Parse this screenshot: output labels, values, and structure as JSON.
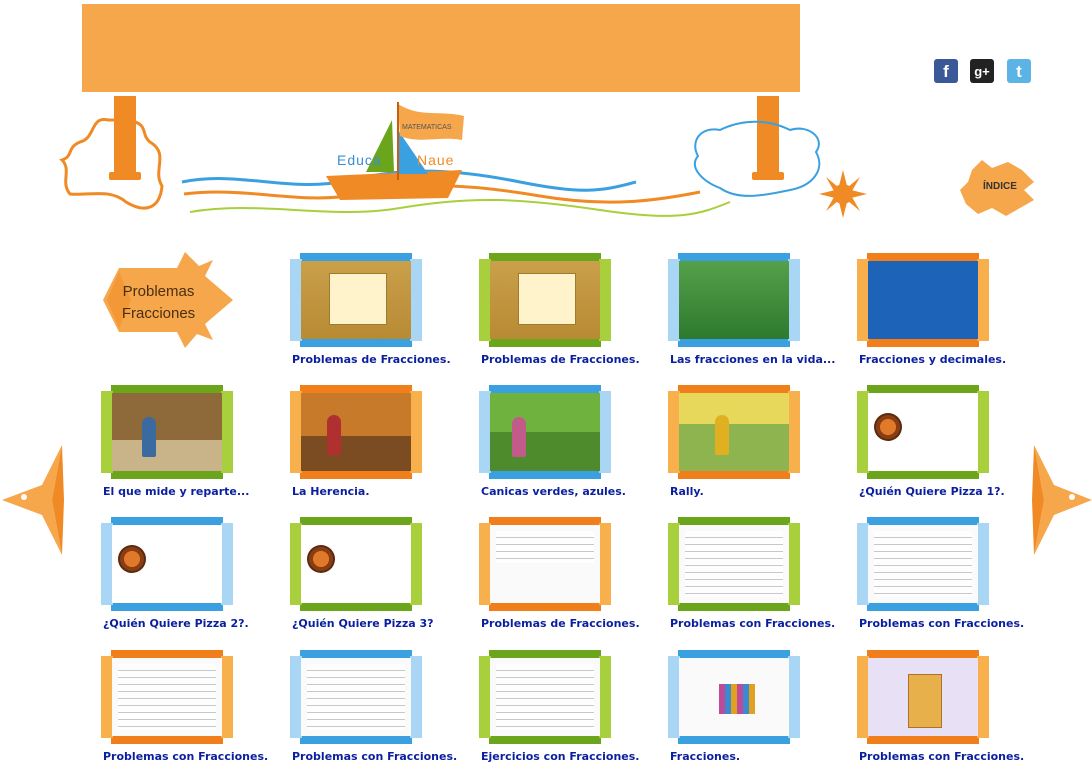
{
  "logo": {
    "word1": "Educa",
    "word2": "Naue",
    "flag_text": "MATEMATICAS"
  },
  "social": {
    "facebook": "f",
    "google_plus": "g+",
    "twitter": "t"
  },
  "nav": {
    "indice_label": "ÍNDICE"
  },
  "section_badge": {
    "line1": "Problemas",
    "line2": "Fracciones"
  },
  "icons": {
    "prev": "left-fish-arrow-icon",
    "next": "right-fish-arrow-icon"
  },
  "colors": {
    "banner": "#f6a64b",
    "caption": "#0a1fa0",
    "blue_frame": "#3aa0e0",
    "orange_frame": "#f07e1a",
    "green_frame": "#6aa51c"
  },
  "activities": [
    {
      "title": "Problemas de Fracciones."
    },
    {
      "title": "Problemas de Fracciones."
    },
    {
      "title": "Las fracciones en la vida..."
    },
    {
      "title": "Fracciones y decimales."
    },
    {
      "title": "El que mide y reparte..."
    },
    {
      "title": "La Herencia."
    },
    {
      "title": "Canicas verdes, azules."
    },
    {
      "title": "Rally."
    },
    {
      "title": "¿Quién Quiere Pizza 1?."
    },
    {
      "title": "¿Quién Quiere Pizza 2?."
    },
    {
      "title": "¿Quién Quiere Pizza 3?"
    },
    {
      "title": "Problemas de Fracciones."
    },
    {
      "title": "Problemas con Fracciones."
    },
    {
      "title": "Problemas con Fracciones."
    },
    {
      "title": "Problemas con Fracciones."
    },
    {
      "title": "Problemas con Fracciones."
    },
    {
      "title": "Ejercicios con Fracciones."
    },
    {
      "title": "Fracciones."
    },
    {
      "title": "Problemas con Fracciones."
    }
  ]
}
